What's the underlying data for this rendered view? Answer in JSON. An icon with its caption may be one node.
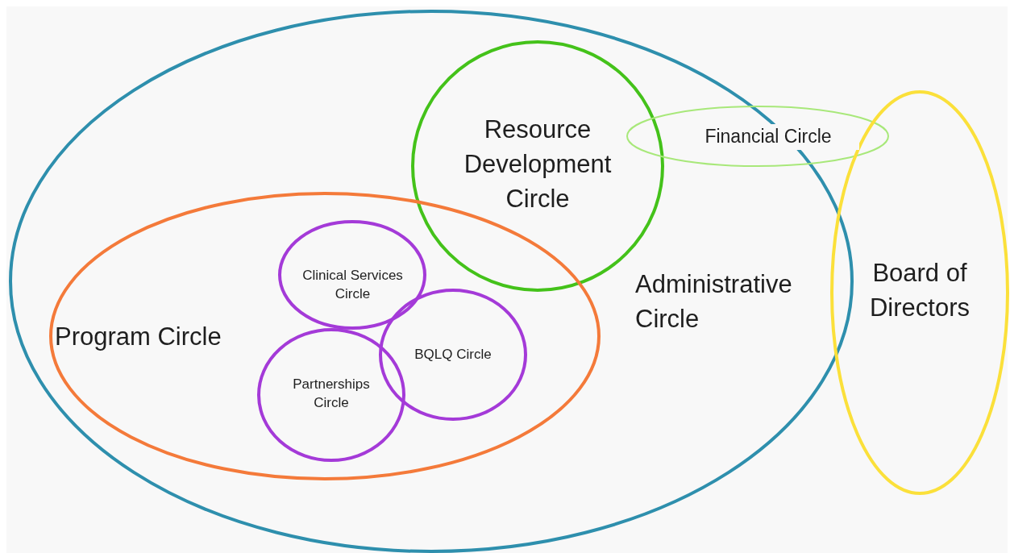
{
  "diagram": {
    "nodes": [
      {
        "text": [
          "Administrative Circle"
        ]
      },
      {
        "text": [
          "Resource Development Circle"
        ],
        "in": 0
      },
      {
        "text": [
          "Financial Circle"
        ]
      },
      {
        "text": [
          "Program Circle"
        ],
        "in": 0
      },
      {
        "text": [
          "Clinical Services Circle"
        ],
        "in": 3
      },
      {
        "text": [
          "BQLQ Circle"
        ],
        "in": 3
      },
      {
        "text": [
          "Partnerships Circle"
        ],
        "in": 3
      },
      {
        "text": [
          "Board of Directors"
        ]
      }
    ]
  }
}
